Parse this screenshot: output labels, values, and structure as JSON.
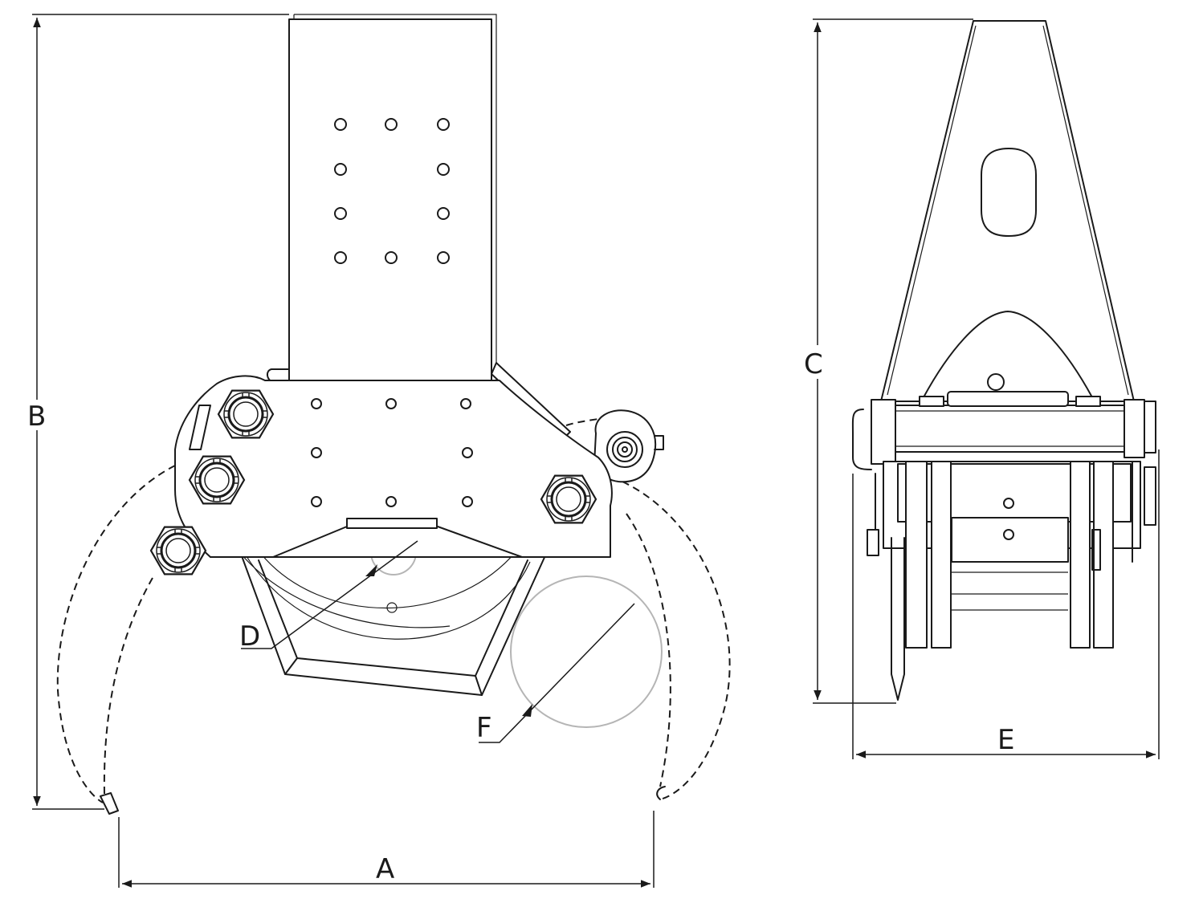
{
  "dimensions": {
    "a": "A",
    "b": "B",
    "c": "C",
    "d": "D",
    "e": "E",
    "f": "F"
  },
  "colors": {
    "line": "#1a1a1a",
    "hidden_circle": "#b5b5b5",
    "background": "#ffffff"
  }
}
